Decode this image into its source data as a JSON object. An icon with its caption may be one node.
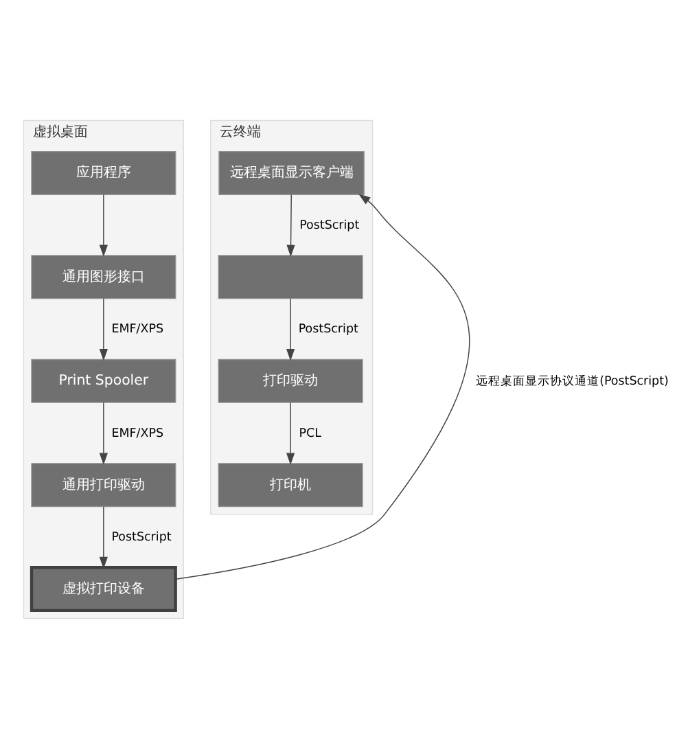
{
  "diagram": {
    "nodes": [
      {
        "text": [
          "虚拟桌面"
        ]
      },
      {
        "text": [
          "应用程序"
        ],
        "in": 0
      },
      {
        "text": [
          "通用图形接口"
        ],
        "in": 0
      },
      {
        "text": [
          "Print Spooler"
        ],
        "in": 0
      },
      {
        "text": [
          "通用打印驱动"
        ],
        "in": 0
      },
      {
        "text": [
          "虚拟打印设备"
        ],
        "in": 0
      },
      {
        "text": [
          "云终端"
        ]
      },
      {
        "text": [
          "远程桌面显示客户端"
        ],
        "in": 6
      },
      {
        "text": [],
        "shape": "box",
        "in": 6
      },
      {
        "text": [
          "打印驱动"
        ],
        "in": 6
      },
      {
        "text": [
          "打印机"
        ],
        "in": 6
      }
    ],
    "edges": [
      {
        "from": 1,
        "to": 2,
        "arrow": "to"
      },
      {
        "from": 2,
        "to": 3,
        "arrow": "to",
        "label": "EMF/XPS"
      },
      {
        "from": 3,
        "to": 4,
        "arrow": "to",
        "label": "EMF/XPS"
      },
      {
        "from": 4,
        "to": 5,
        "arrow": "to",
        "label": "PostScript"
      },
      {
        "from": 5,
        "to": 7,
        "arrow": "to",
        "label": "远程桌面显示协议通道(PostScript)"
      },
      {
        "from": 7,
        "to": 8,
        "arrow": "to",
        "label": "PostScript"
      },
      {
        "from": 8,
        "to": 9,
        "arrow": "to",
        "label": "PostScript"
      },
      {
        "from": 9,
        "to": 10,
        "arrow": "to",
        "label": "PCL"
      }
    ]
  }
}
